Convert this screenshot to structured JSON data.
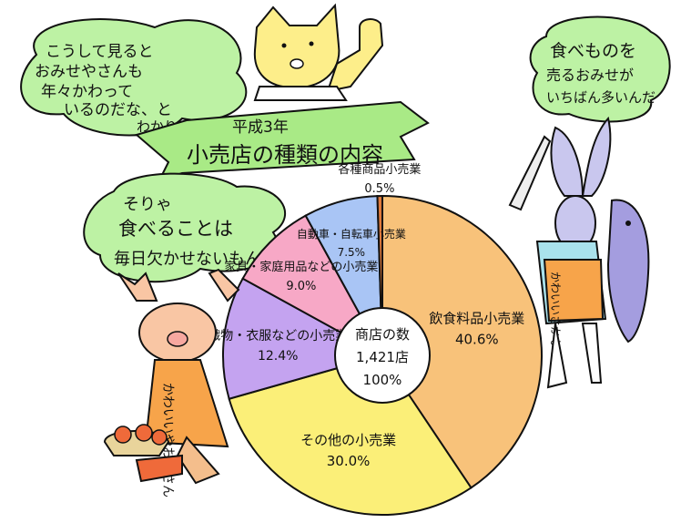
{
  "banner": {
    "title_line1": "平成3年",
    "title_line2": "小売店の種類の内容"
  },
  "bubbles": {
    "cat": [
      "こうして見ると",
      "おみせやさんも",
      "年々かわって",
      "いるのだな、と",
      "わかります"
    ],
    "pig": [
      "そりゃ",
      "食べることは",
      "毎日欠かせないもん"
    ],
    "rabbit": [
      "食べものを",
      "売るおみせが",
      "いちばん多いんだ"
    ]
  },
  "aprons": {
    "pig": "かわいいやおやさん",
    "rabbit": "かわいいさかなやさん"
  },
  "chart_data": {
    "type": "pie",
    "title": "平成3年 小売店の種類の内容",
    "center_label": [
      "商店の数",
      "1,421店",
      "100%"
    ],
    "slices": [
      {
        "label": "飲食料品小売業",
        "value": 40.6,
        "value_text": "40.6%",
        "color": "#f8c27a"
      },
      {
        "label": "その他の小売業",
        "value": 30.0,
        "value_text": "30.0%",
        "color": "#fbef78"
      },
      {
        "label": "織物・衣服などの小売業",
        "value": 12.4,
        "value_text": "12.4%",
        "color": "#c4a3f0"
      },
      {
        "label": "家具・家庭用品などの小売業",
        "value": 9.0,
        "value_text": "9.0%",
        "color": "#f7a8c6"
      },
      {
        "label": "自動車・自転車小売業",
        "value": 7.5,
        "value_text": "7.5%",
        "color": "#a9c5f5"
      },
      {
        "label": "各種商品小売業",
        "value": 0.5,
        "value_text": "0.5%",
        "color": "#e07a3c"
      }
    ]
  },
  "colors": {
    "bubble": "#bdf2a4",
    "banner": "#a9ea86",
    "outline": "#111111"
  }
}
